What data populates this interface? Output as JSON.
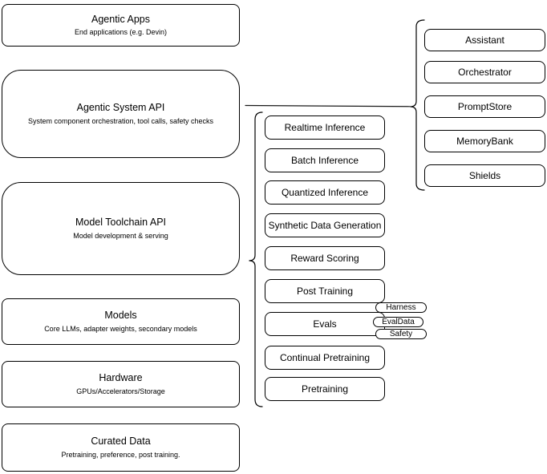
{
  "colors": {
    "stroke": "#000000",
    "fill": "#ffffff",
    "text": "#000000"
  },
  "left_column": {
    "items": [
      {
        "title": "Agentic Apps",
        "subtitle": "End applications (e.g. Devin)"
      },
      {
        "title": "Agentic System API",
        "subtitle": "System component orchestration, tool calls, safety checks"
      },
      {
        "title": "Model Toolchain API",
        "subtitle": "Model development & serving"
      },
      {
        "title": "Models",
        "subtitle": "Core LLMs, adapter weights, secondary models"
      },
      {
        "title": "Hardware",
        "subtitle": "GPUs/Accelerators/Storage"
      },
      {
        "title": "Curated Data",
        "subtitle": "Pretraining, preference, post training."
      }
    ]
  },
  "toolchain": {
    "items": [
      {
        "label": "Realtime Inference"
      },
      {
        "label": "Batch Inference"
      },
      {
        "label": "Quantized Inference"
      },
      {
        "label": "Synthetic Data Generation"
      },
      {
        "label": "Reward Scoring"
      },
      {
        "label": "Post Training"
      },
      {
        "label": "Evals"
      },
      {
        "label": "Continual Pretraining"
      },
      {
        "label": "Pretraining"
      }
    ]
  },
  "eval_tags": {
    "items": [
      {
        "label": "Harness"
      },
      {
        "label": "EvalData"
      },
      {
        "label": "Safety"
      }
    ]
  },
  "system_components": {
    "items": [
      {
        "label": "Assistant"
      },
      {
        "label": "Orchestrator"
      },
      {
        "label": "PromptStore"
      },
      {
        "label": "MemoryBank"
      },
      {
        "label": "Shields"
      }
    ]
  }
}
